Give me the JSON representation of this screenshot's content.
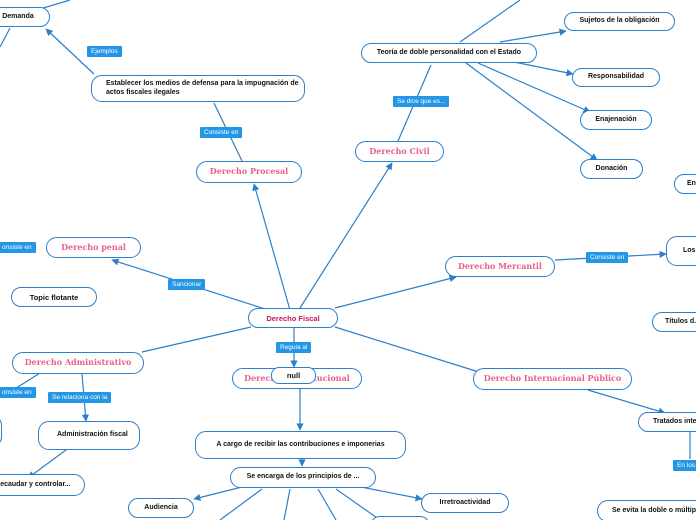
{
  "central": "Derecho Fiscal",
  "branches": {
    "procesal": "Derecho Procesal",
    "civil": "Derecho Civil",
    "penal": "Derecho penal",
    "mercantil": "Derecho Mercantil",
    "administrativo": "Derecho Administrativo",
    "constitucional": "Derecho Constitucional",
    "internacional": "Derecho Internacional Público"
  },
  "nodes": {
    "demanda": "Demanda",
    "defensa": "Establecer los medios de defensa para la impugnación de actos fiscales ilegales",
    "teoria": "Teoría de doble personalidad con el Estado",
    "sujetos": "Sujetos de la obligación",
    "responsabilidad": "Responsabilidad",
    "enajenacion": "Enajenación",
    "donacion": "Donación",
    "topic_flotante": "Topic flotante",
    "admin_fiscal": "Administración fiscal",
    "recaudar": "...ecaudar y controlar...",
    "recibir": "A cargo de recibir las contribuciones e imponerias",
    "principios": "Se encarga de los principios de ...",
    "audiencia": "Audiencia",
    "irretroactividad": "Irretroactividad",
    "tratados": "Tratados inte...",
    "doble": "Se evita la doble o múltip...",
    "los_con": "Los con...",
    "titulos": "Títulos d...",
    "en_edge": "En..."
  },
  "labels": {
    "ejemplos": "Ejemplos",
    "consiste_procesal": "Consiste en",
    "se_dice": "Se dice que es...",
    "consiste_penal": "onsiste en",
    "sancionar": "Sancionar",
    "consiste_mercantil": "Consiste en",
    "regula": "Regula al",
    "consiste_admin": "onsiste en",
    "se_relaciona": "Se relaciona con la",
    "en_los": "En los"
  },
  "overlay": "null",
  "colors": {
    "edge": "#2c7fc9",
    "label_bg": "#2496e6",
    "branch_text": "#e8608c",
    "central_text": "#c2185b"
  }
}
